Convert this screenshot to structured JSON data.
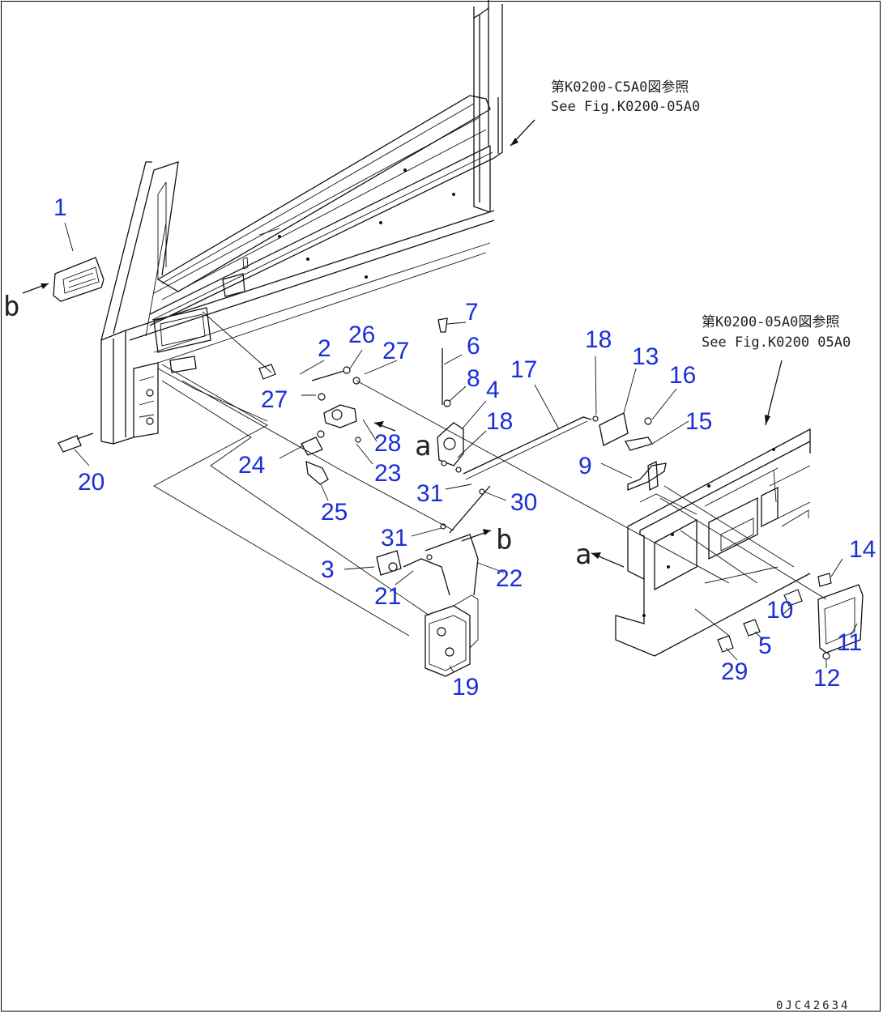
{
  "references": {
    "top": {
      "jp": "第K0200-C5A0図参照",
      "en": "See Fig.K0200-05A0"
    },
    "right": {
      "jp": "第K0200-05A0図参照",
      "en": "See Fig.K0200 05A0"
    }
  },
  "view_markers": {
    "a": "a",
    "b": "b"
  },
  "drawing_code": "0JC42634",
  "parts": [
    {
      "num": "1"
    },
    {
      "num": "2"
    },
    {
      "num": "3"
    },
    {
      "num": "4"
    },
    {
      "num": "5"
    },
    {
      "num": "6"
    },
    {
      "num": "7"
    },
    {
      "num": "8"
    },
    {
      "num": "9"
    },
    {
      "num": "10"
    },
    {
      "num": "11"
    },
    {
      "num": "12"
    },
    {
      "num": "13"
    },
    {
      "num": "14"
    },
    {
      "num": "15"
    },
    {
      "num": "16"
    },
    {
      "num": "17"
    },
    {
      "num": "18"
    },
    {
      "num": "18"
    },
    {
      "num": "19"
    },
    {
      "num": "20"
    },
    {
      "num": "21"
    },
    {
      "num": "22"
    },
    {
      "num": "23"
    },
    {
      "num": "24"
    },
    {
      "num": "25"
    },
    {
      "num": "26"
    },
    {
      "num": "27"
    },
    {
      "num": "27"
    },
    {
      "num": "28"
    },
    {
      "num": "29"
    },
    {
      "num": "30"
    },
    {
      "num": "31"
    },
    {
      "num": "31"
    }
  ],
  "colors": {
    "callout": "#1a2fd8",
    "line": "#111111"
  }
}
